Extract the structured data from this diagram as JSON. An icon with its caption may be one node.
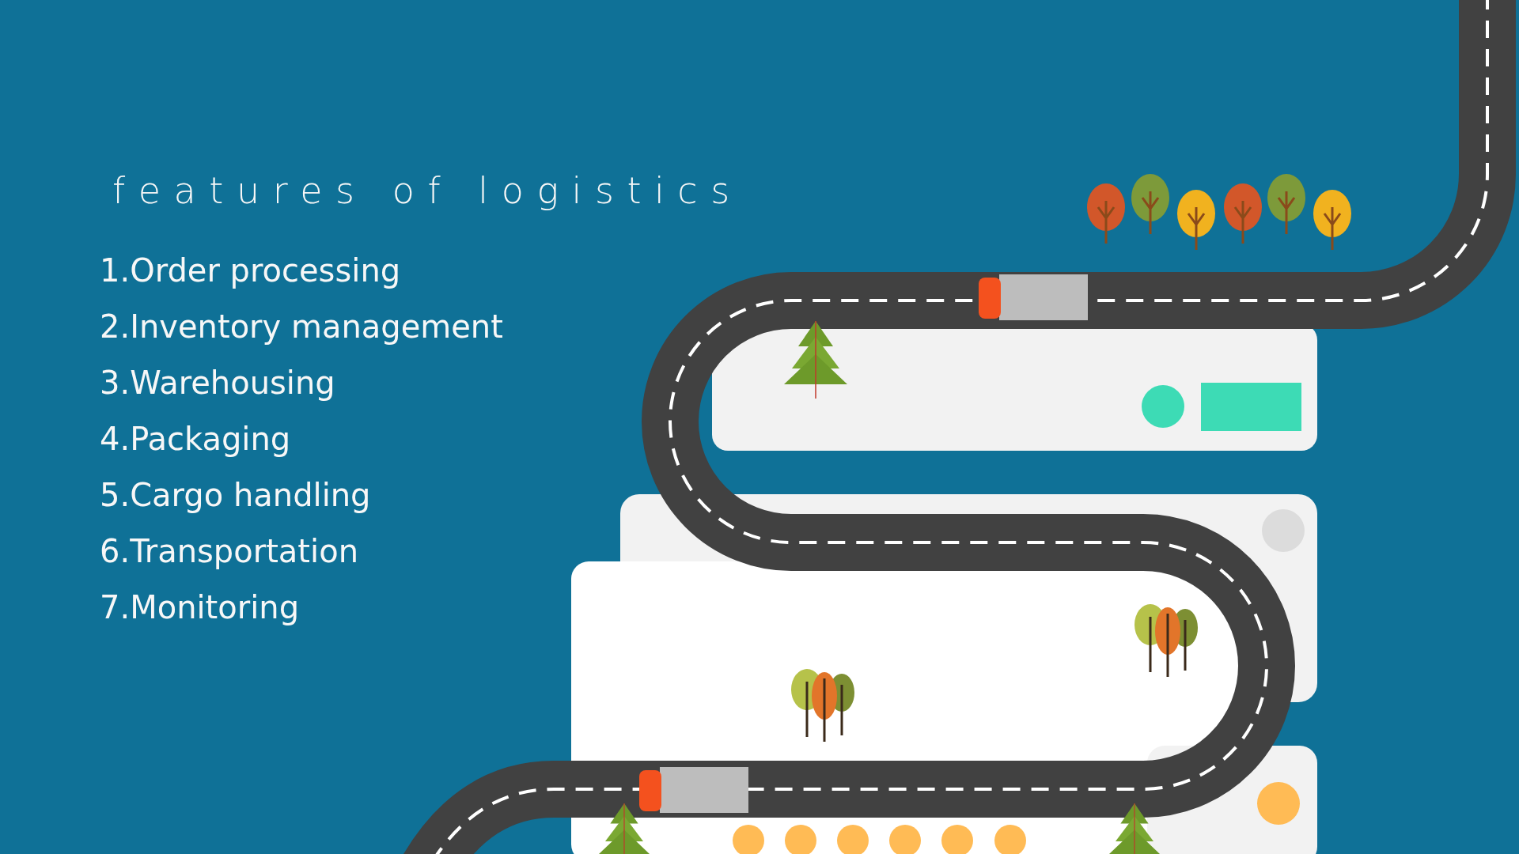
{
  "diagram": {
    "title": "features of logistics",
    "labels": [
      "1.Order processing",
      "2.Inventory management",
      "3.Warehousing",
      "4.Packaging",
      "5.Cargo handling",
      "6.Transportation",
      "7.Monitoring"
    ]
  }
}
